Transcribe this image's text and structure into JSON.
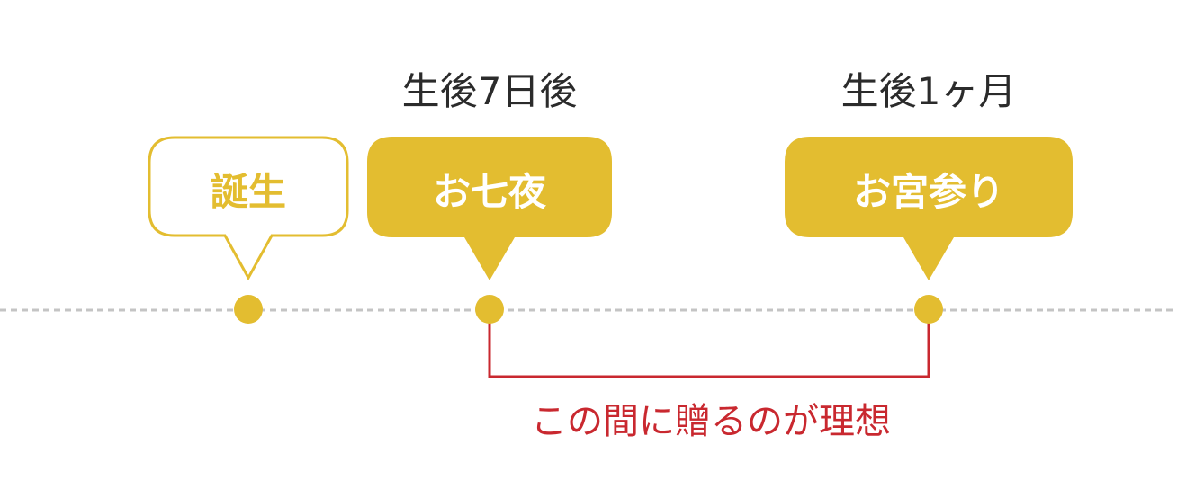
{
  "colors": {
    "gold": "#e3bd30",
    "red": "#c9282f",
    "timeline": "#c4c4c4",
    "text": "#2b2b2b"
  },
  "events": [
    {
      "label": "誕生",
      "above": null,
      "style": "outline"
    },
    {
      "label": "お七夜",
      "above": "生後7日後",
      "style": "filled"
    },
    {
      "label": "お宮参り",
      "above": "生後1ヶ月",
      "style": "filled"
    }
  ],
  "bracket_note": "この間に贈るのが理想"
}
